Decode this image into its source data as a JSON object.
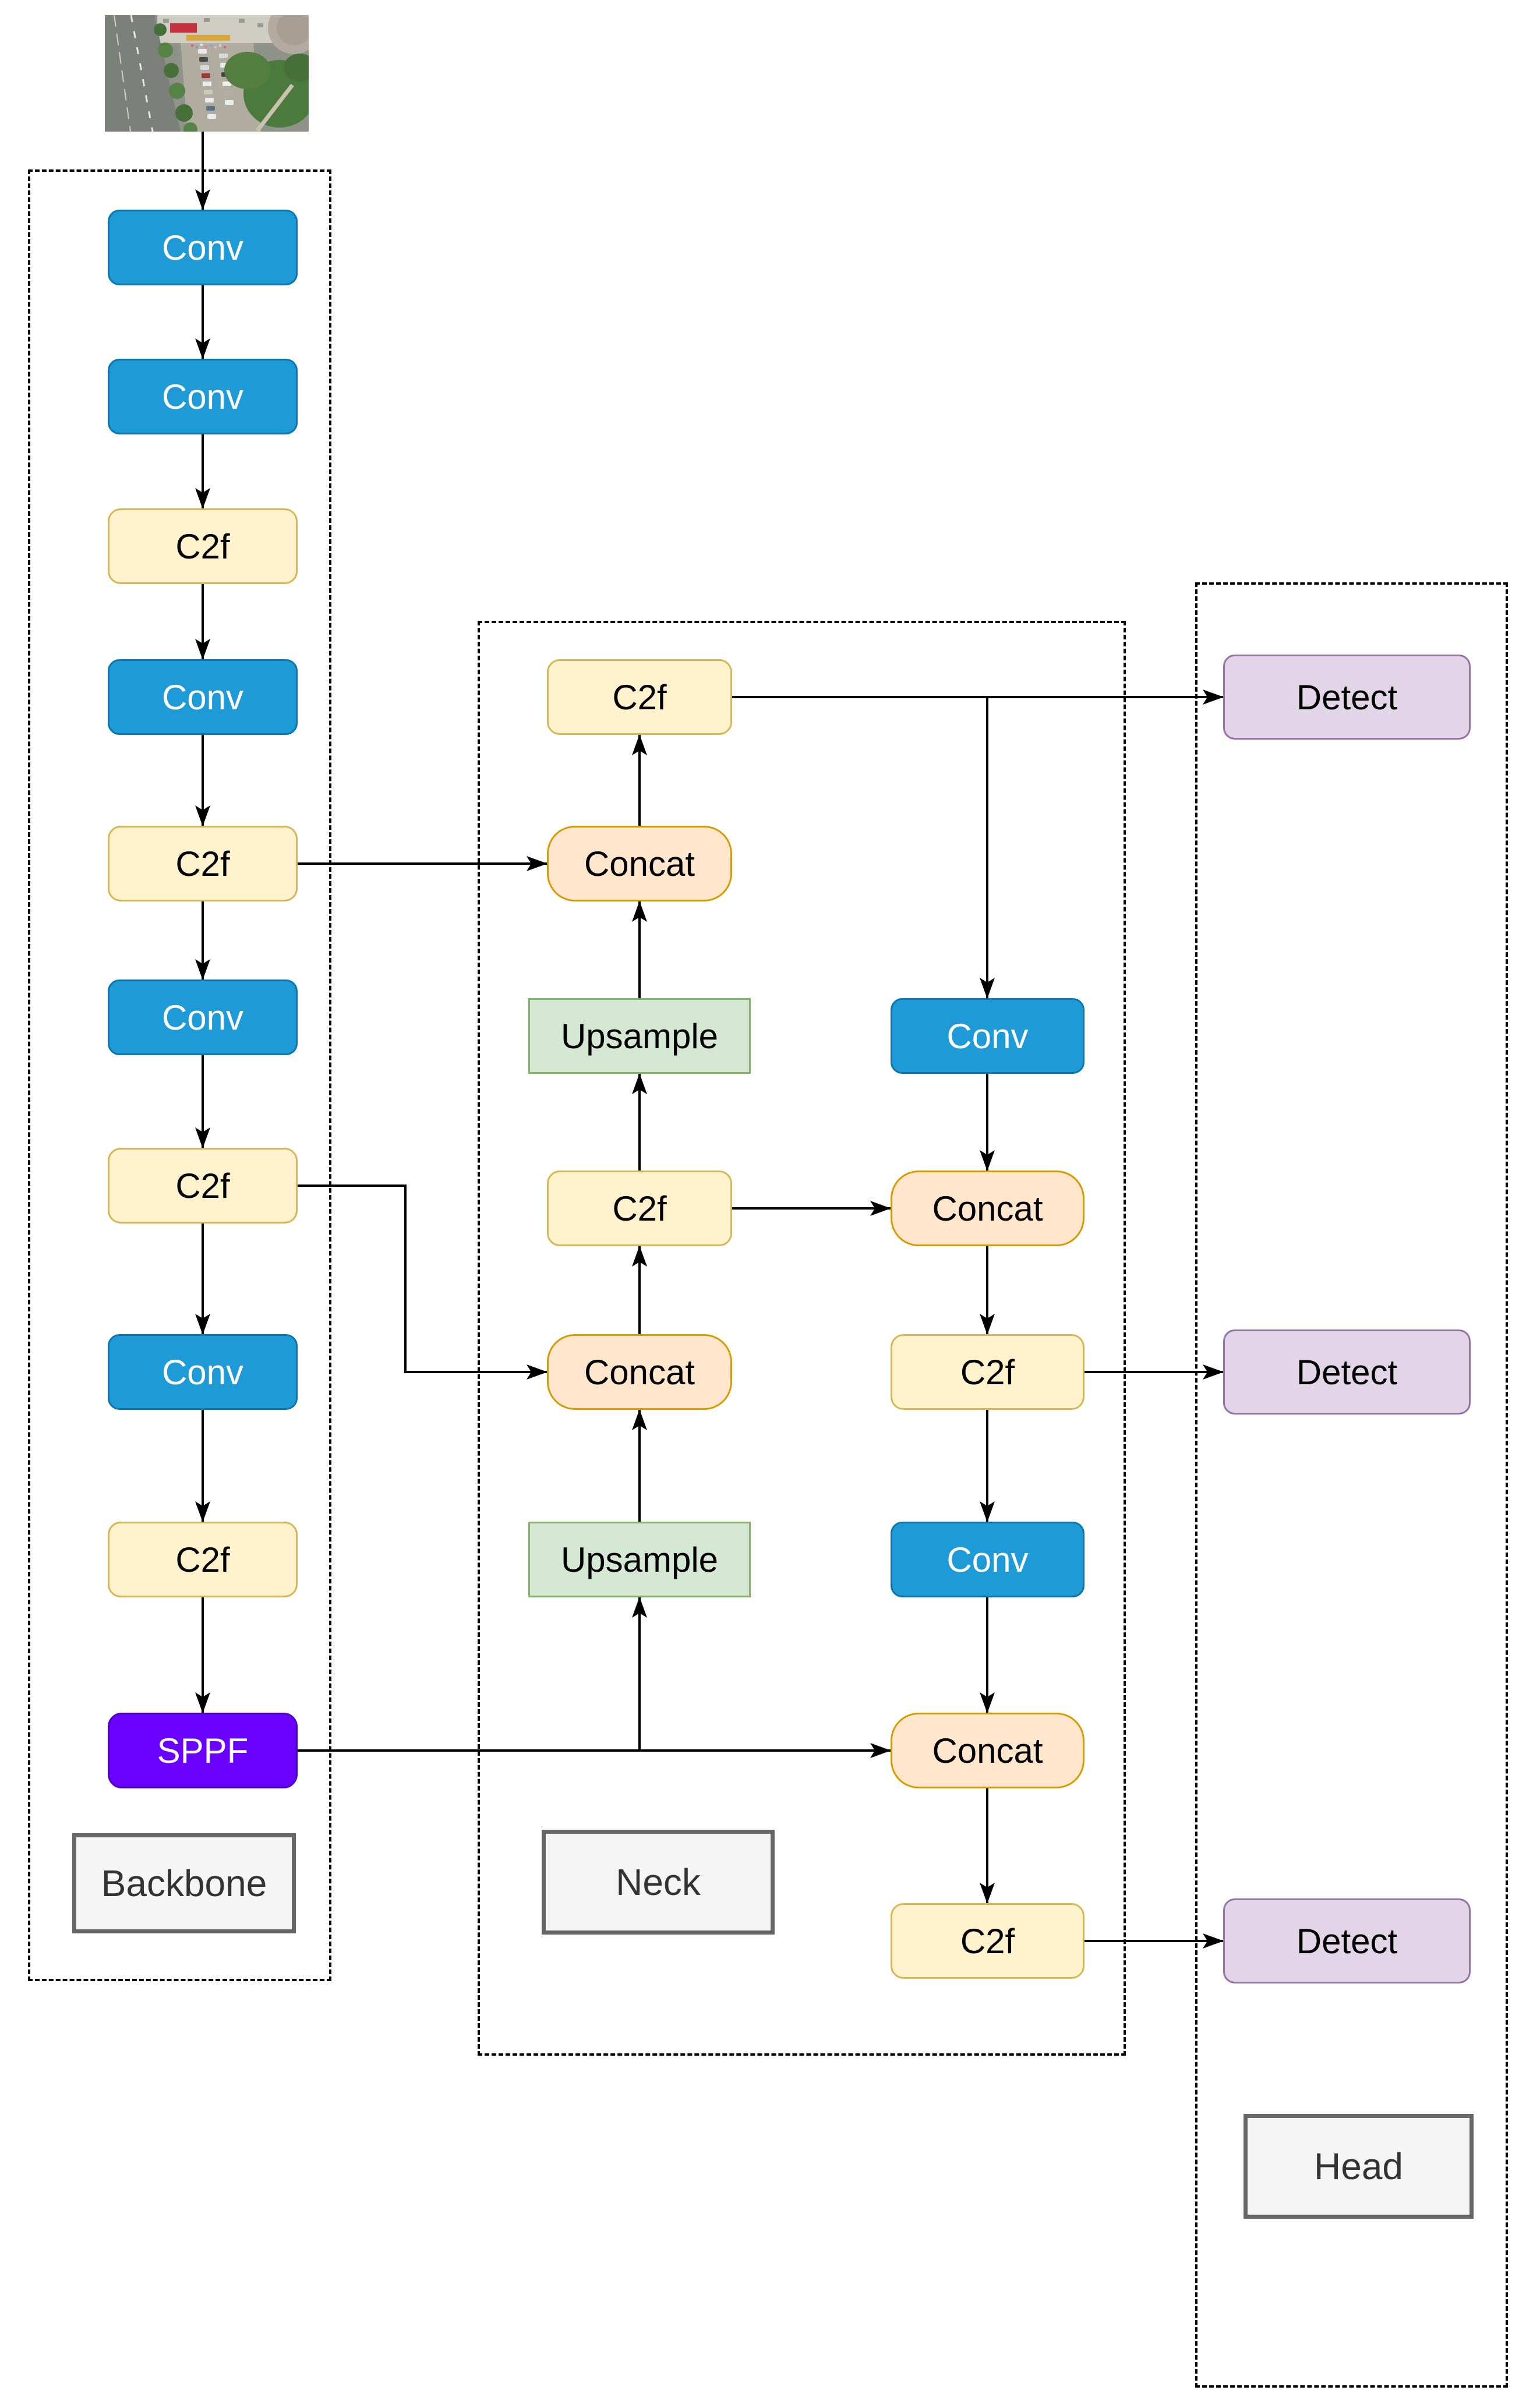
{
  "figure": {
    "input_photo": "aerial-street-scene-with-parked-cars-trees-and-buildings"
  },
  "backbone": {
    "label": "Backbone",
    "nodes": [
      "Conv",
      "Conv",
      "C2f",
      "Conv",
      "C2f",
      "Conv",
      "C2f",
      "Conv",
      "C2f",
      "SPPF"
    ]
  },
  "neck": {
    "label": "Neck",
    "middle_nodes": [
      "C2f",
      "Concat",
      "Upsample",
      "C2f",
      "Concat",
      "Upsample"
    ],
    "right_nodes": [
      "Conv",
      "Concat",
      "C2f",
      "Conv",
      "Concat",
      "C2f"
    ]
  },
  "head": {
    "label": "Head",
    "nodes": [
      "Detect",
      "Detect",
      "Detect"
    ]
  },
  "colors": {
    "conv_fill": "#1E9BD7",
    "conv_border": "#0C77AE",
    "c2f_fill": "#FFF2CC",
    "c2f_border": "#D6B656",
    "concat_fill": "#FFE6CC",
    "concat_border": "#D79B00",
    "upsample_fill": "#D5E8D4",
    "upsample_border": "#82B366",
    "sppf_fill": "#6A00FF",
    "sppf_border": "#4D00C4",
    "detect_fill": "#E1D5E7",
    "detect_border": "#9673A6",
    "section_fill": "#F5F5F5",
    "section_border": "#666666",
    "edge": "#000000"
  }
}
